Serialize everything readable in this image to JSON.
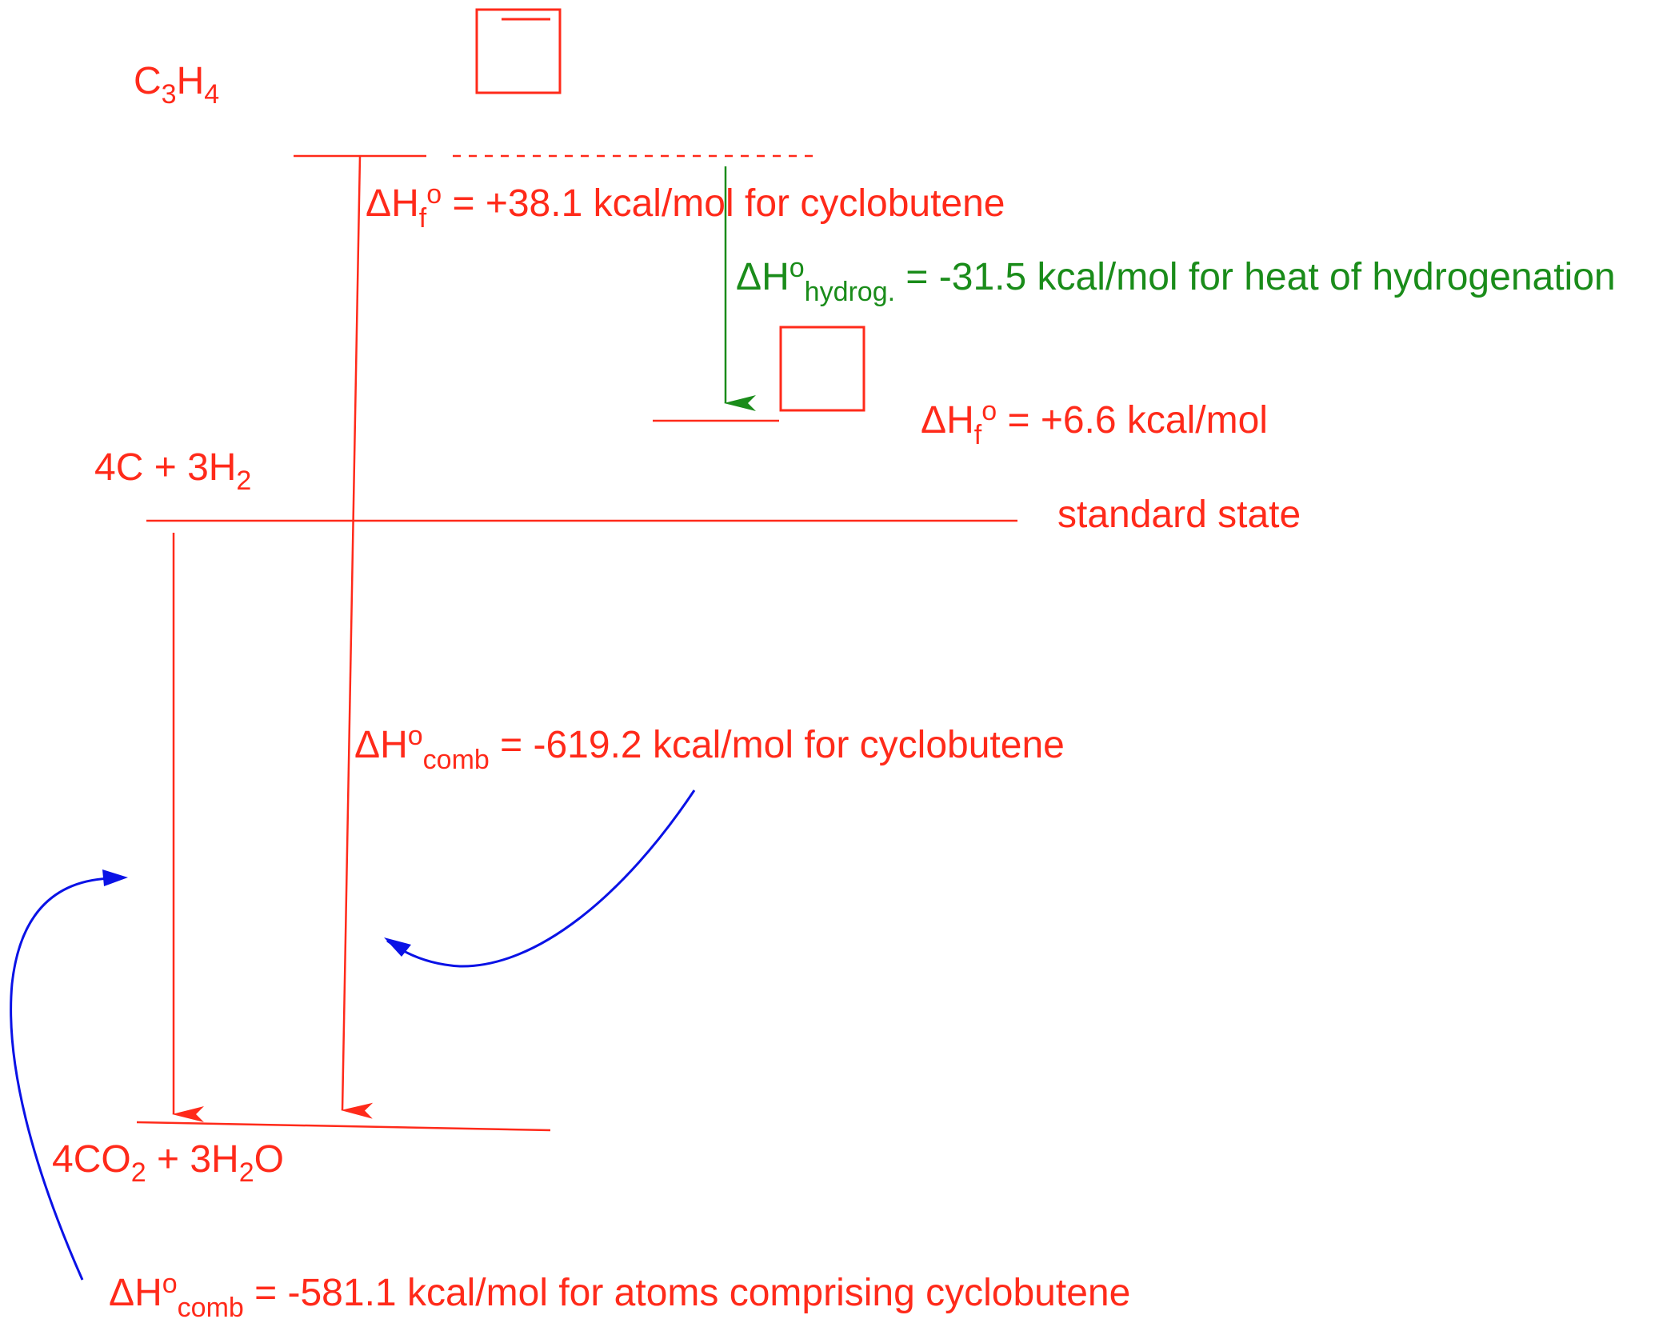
{
  "colors": {
    "red": "#ff2a1a",
    "green": "#1a8c1a",
    "blue": "#0a12e6"
  },
  "labels": {
    "c3h4": {
      "main": "C",
      "s1": "3",
      "mid": "H",
      "s2": "4"
    },
    "elements": {
      "main": "4C + 3H",
      "s1": "2"
    },
    "products": {
      "a": "4CO",
      "s1": "2",
      "b": " + 3H",
      "s2": "2",
      "c": "O"
    },
    "standard_state": "standard state",
    "dhf_cyclobutene": {
      "delta": "ΔH",
      "sub": "f",
      "sup": "o",
      "rest": " = +38.1 kcal/mol for cyclobutene"
    },
    "dh_hydrog": {
      "delta": "ΔH",
      "sup": "o",
      "sub": "hydrog.",
      "rest": " = -31.5 kcal/mol for heat of hydrogenation"
    },
    "dhf_cyclobutane": {
      "delta": "ΔH",
      "sub": "f",
      "sup": "o",
      "rest": " = +6.6 kcal/mol"
    },
    "dh_comb_cyclobutene": {
      "delta": "ΔH",
      "sup": "o",
      "sub": "comb",
      "rest": " = -619.2 kcal/mol for cyclobutene"
    },
    "dh_comb_atoms": {
      "delta": "ΔH",
      "sup": "o",
      "sub": "comb",
      "rest": " = -581.1 kcal/mol for atoms comprising cyclobutene"
    }
  }
}
